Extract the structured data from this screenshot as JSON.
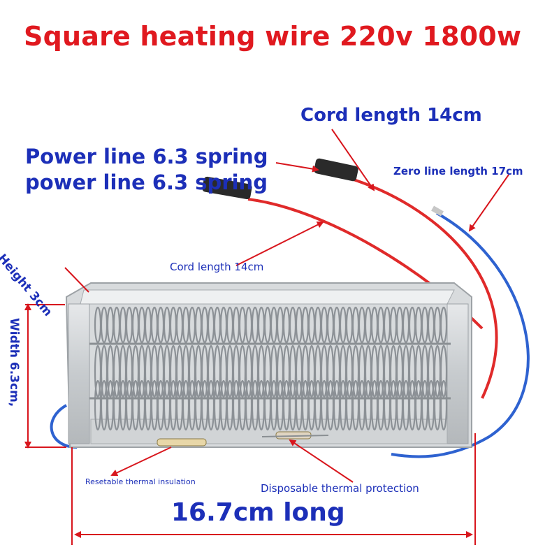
{
  "title": "Square heating wire 220v 1800w",
  "labels": {
    "cord_length_top": "Cord length 14cm",
    "power_line_1": "Power line 6.3 spring",
    "power_line_2": "power line 6.3 spring",
    "zero_line": "Zero line length 17cm",
    "cord_length_mid": "Cord length 14cm",
    "height": "Height 3cm",
    "width": "Width 6.3cm,",
    "resetable": "Resetable thermal insulation",
    "disposable": "Disposable thermal protection",
    "length": "16.7cm long"
  },
  "colors": {
    "title": "#e0191f",
    "annotation": "#1c2fb8",
    "arrow": "#d8161d",
    "wire_red": "#e02a2a",
    "wire_blue": "#2e62d0",
    "metal": "#c9cdd0"
  },
  "icons": [
    "arrow-icon",
    "heating-element-photo"
  ]
}
